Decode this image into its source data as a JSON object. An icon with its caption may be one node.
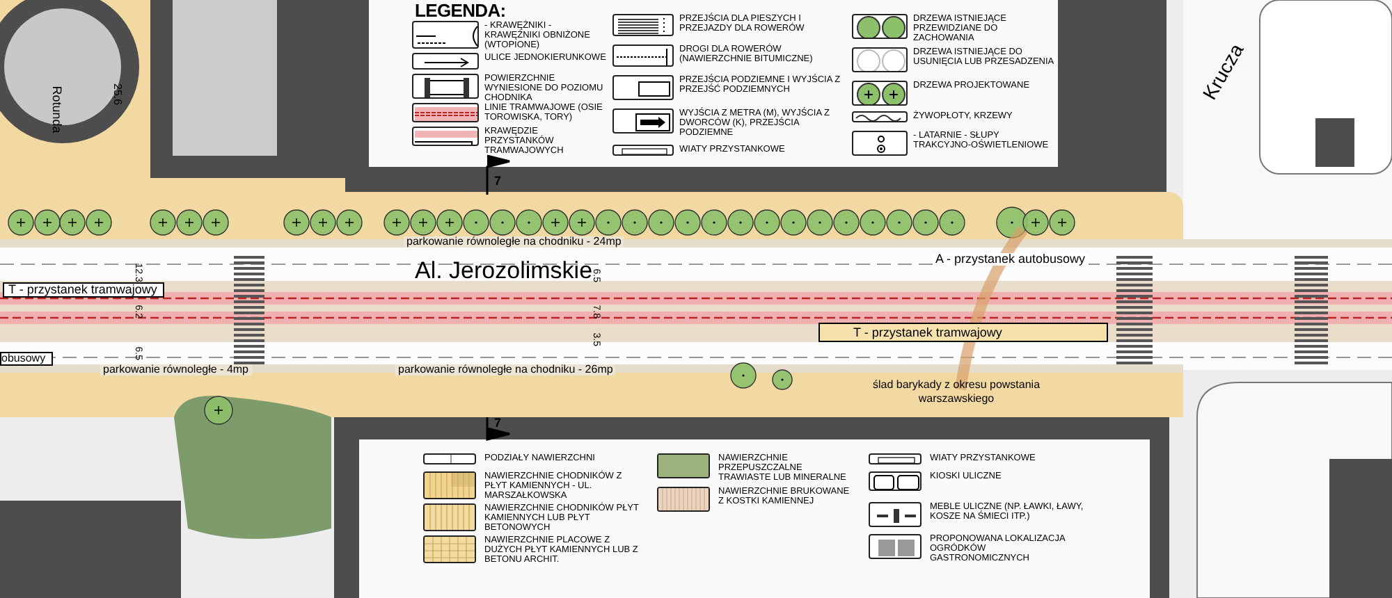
{
  "diagram": {
    "labels": [
      "LEGENDA:",
      "Rotunda",
      "25.6",
      "Krucza",
      "7",
      "Al. Jerozolimskie",
      "parkowanie równoległe na chodniku - 24mp",
      "A - przystanek autobusowy",
      "T - przystanek tramwajowy",
      "12.3",
      "6.2",
      "6.5",
      "6.5",
      "7.8",
      "3.5",
      "T - przystanek tramwajowy",
      "obusowy",
      "parkowanie równoległe - 4mp",
      "parkowanie równoległe na chodniku - 26mp",
      "ślad barykady z okresu powstania warszawskiego",
      "7"
    ],
    "legend": [
      {
        "text": "- KRAWĘŻNIKI - KRAWĘŻNIKI OBNIŻONE (WTOPIONE)"
      },
      {
        "text": "ULICE JEDNOKIERUNKOWE"
      },
      {
        "text": "POWIERZCHNIE WYNIESIONE DO POZIOMU CHODNIKA"
      },
      {
        "text": "LINIE TRAMWAJOWE (OSIE TOROWISKA, TORY)"
      },
      {
        "text": "KRAWĘDZIE PRZYSTANKÓW TRAMWAJOWYCH"
      },
      {
        "text": "PRZEJŚCIA DLA PIESZYCH I PRZEJAZDY DLA ROWERÓW"
      },
      {
        "text": "DROGI DLA ROWERÓW (NAWIERZCHNIE BITUMICZNE)"
      },
      {
        "text": "PRZEJŚCIA PODZIEMNE I WYJŚCIA Z PRZEJŚĆ PODZIEMNYCH"
      },
      {
        "text": "WYJŚCIA Z METRA (M), WYJŚCIA Z DWORCÓW (K), PRZEJŚCIA PODZIEMNE"
      },
      {
        "text": "WIATY PRZYSTANKOWE"
      },
      {
        "text": "DRZEWA ISTNIEJĄCE PRZEWIDZIANE DO ZACHOWANIA"
      },
      {
        "text": "DRZEWA ISTNIEJĄCE DO USUNIĘCIA LUB PRZESADZENIA"
      },
      {
        "text": "DRZEWA PROJEKTOWANE"
      },
      {
        "text": "ŻYWOPŁOTY, KRZEWY"
      },
      {
        "text": "- LATARNIE - SŁUPY TRAKCYJNO-OŚWIETLENIOWE"
      },
      {
        "text": "PODZIAŁY NAWIERZCHNI"
      },
      {
        "text": "NAWIERZCHNIE CHODNIKÓW Z PŁYT KAMIENNYCH - UL. MARSZAŁKOWSKA"
      },
      {
        "text": "NAWIERZCHNIE CHODNIKÓW PŁYT KAMIENNYCH LUB PŁYT BETONOWYCH"
      },
      {
        "text": "NAWIERZCHNIE PLACOWE Z DUŻYCH PŁYT KAMIENNYCH LUB Z BETONU ARCHIT."
      },
      {
        "text": "NAWIERZCHNIE PRZEPUSZCZALNE TRAWIASTE LUB MINERALNE"
      },
      {
        "text": "NAWIERZCHNIE BRUKOWANE Z KOSTKI KAMIENNEJ"
      },
      {
        "text": "WIATY PRZYSTANKOWE"
      },
      {
        "text": "KIOSKI ULICZNE"
      },
      {
        "text": "MEBLE ULICZNE (NP. ŁAWKI, ŁAWY, KOSZE NA ŚMIECI ITP.)"
      },
      {
        "text": "PROPONOWANA LOKALIZACJA OGRÓDKÓW GASTRONOMICZNYCH"
      }
    ]
  }
}
